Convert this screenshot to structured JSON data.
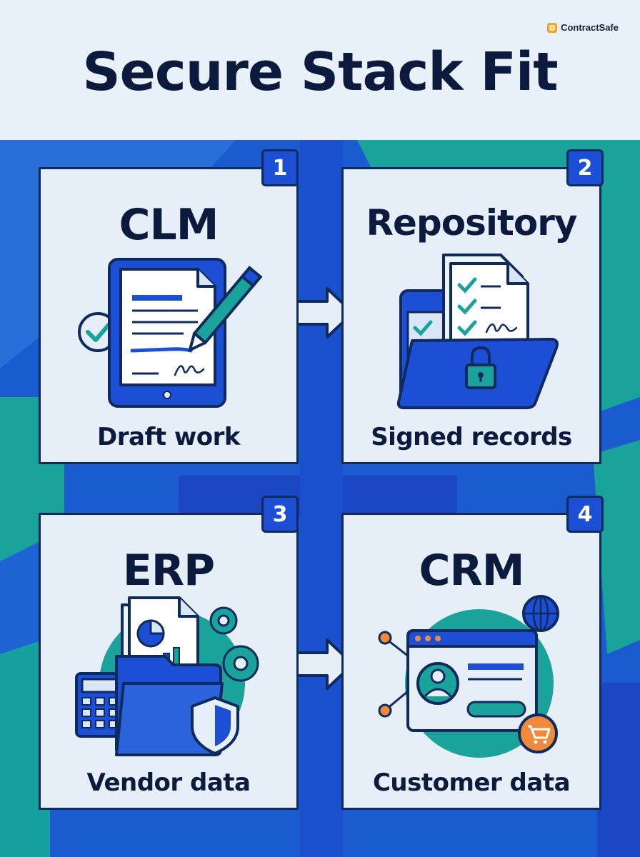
{
  "brand": {
    "name": "ContractSafe",
    "color": "#f5a524"
  },
  "title": "Secure Stack Fit",
  "colors": {
    "navy": "#0c1a3d",
    "blue": "#1d4fd6",
    "teal": "#1aa39a",
    "card": "#e6eff8",
    "orange": "#f08a3a"
  },
  "cards": [
    {
      "number": "1",
      "title": "CLM",
      "subtitle": "Draft work",
      "icon": "tablet-contract-pen-icon"
    },
    {
      "number": "2",
      "title": "Repository",
      "subtitle": "Signed records",
      "icon": "locked-folder-documents-icon"
    },
    {
      "number": "3",
      "title": "ERP",
      "subtitle": "Vendor data",
      "icon": "folder-calculator-shield-icon"
    },
    {
      "number": "4",
      "title": "CRM",
      "subtitle": "Customer data",
      "icon": "profile-window-globe-cart-icon"
    }
  ]
}
